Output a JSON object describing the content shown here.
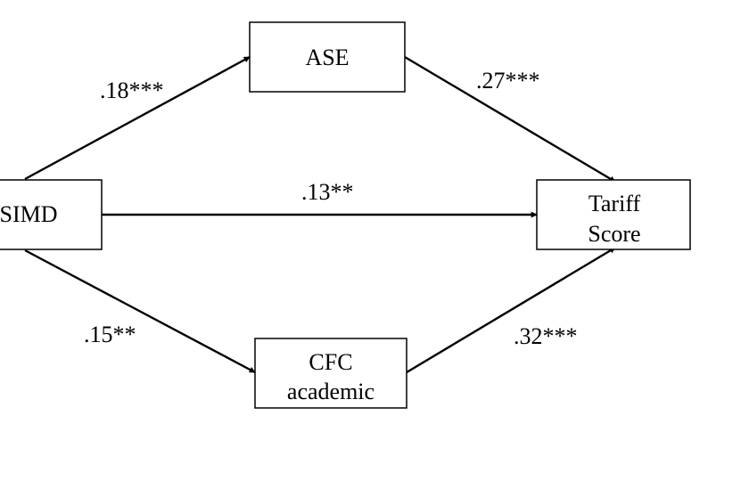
{
  "nodes": {
    "simd": {
      "lines": [
        "SIMD"
      ]
    },
    "ase": {
      "lines": [
        "ASE"
      ]
    },
    "tariff": {
      "lines": [
        "Tariff",
        "Score"
      ]
    },
    "cfc": {
      "lines": [
        "CFC",
        "academic"
      ]
    }
  },
  "edges": {
    "simd_to_ase": {
      "label": ".18***"
    },
    "ase_to_tariff": {
      "label": ".27***"
    },
    "simd_to_tariff": {
      "label": ".13**"
    },
    "simd_to_cfc": {
      "label": ".15**"
    },
    "cfc_to_tariff": {
      "label": ".32***"
    }
  }
}
